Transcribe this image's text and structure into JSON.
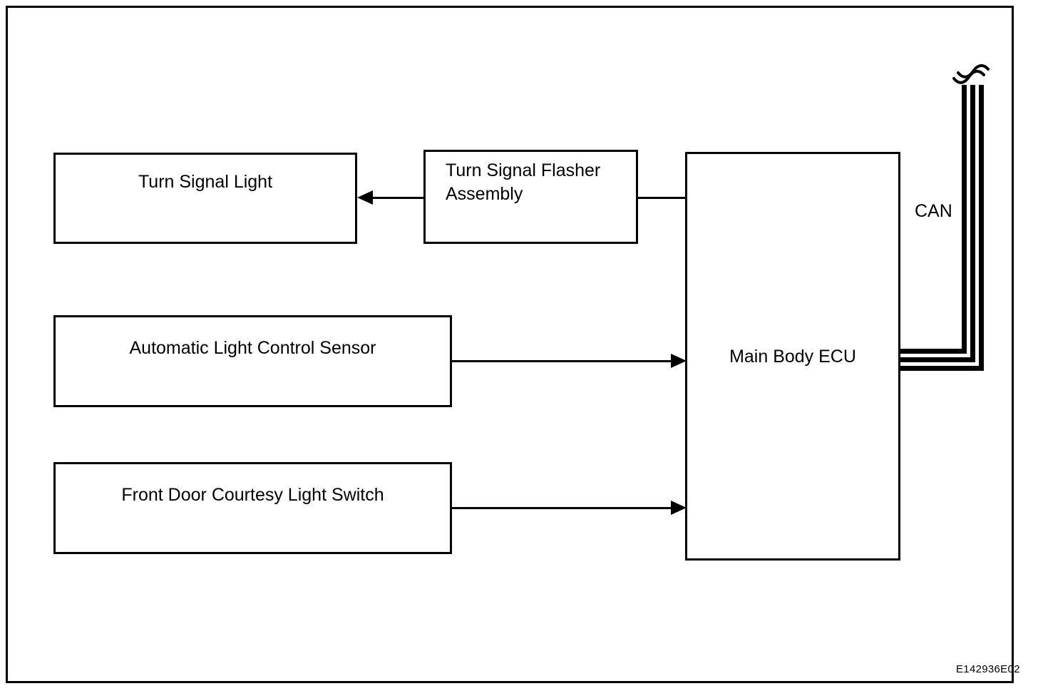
{
  "diagram": {
    "type": "block-diagram",
    "figure_id": "E142936E02",
    "blocks": [
      {
        "id": "turn-signal-light",
        "label": "Turn Signal Light",
        "align": "center"
      },
      {
        "id": "turn-signal-flasher-assembly",
        "label": "Turn Signal Flasher\nAssembly",
        "align": "left"
      },
      {
        "id": "automatic-light-control-sensor",
        "label": "Automatic Light Control Sensor",
        "align": "center"
      },
      {
        "id": "front-door-courtesy-light-switch",
        "label": "Front Door Courtesy Light Switch",
        "align": "center"
      },
      {
        "id": "main-body-ecu",
        "label": "Main Body ECU",
        "align": "center"
      }
    ],
    "bus": {
      "label": "CAN",
      "line_count": 3,
      "break_symbol": "wavy-break"
    },
    "connections": [
      {
        "from": "turn-signal-flasher-assembly",
        "to": "turn-signal-light",
        "direction": "left"
      },
      {
        "from": "main-body-ecu",
        "to": "turn-signal-flasher-assembly",
        "direction": "none"
      },
      {
        "from": "automatic-light-control-sensor",
        "to": "main-body-ecu",
        "direction": "right"
      },
      {
        "from": "front-door-courtesy-light-switch",
        "to": "main-body-ecu",
        "direction": "right"
      },
      {
        "from": "main-body-ecu",
        "to": "CAN",
        "direction": "none"
      }
    ],
    "colors": {
      "line": "#000000",
      "background": "#ffffff"
    }
  }
}
